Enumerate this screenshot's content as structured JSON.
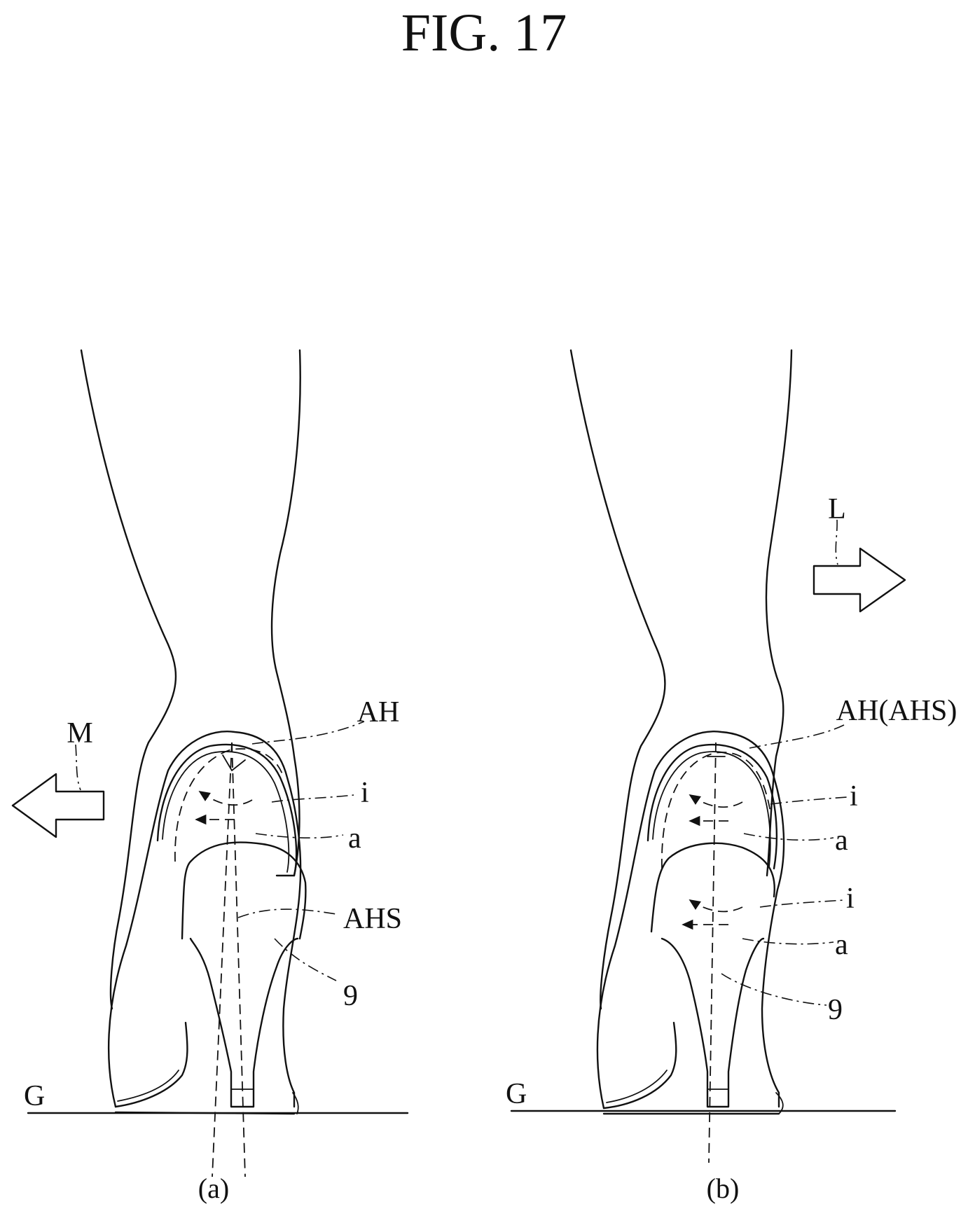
{
  "figure": {
    "title": "FIG. 17"
  },
  "panel_a": {
    "caption": "(a)",
    "ground_label": "G",
    "arrow_label": "M",
    "labels": {
      "ah": "AH",
      "i": "i",
      "a": "a",
      "ahs": "AHS",
      "heel": "9"
    }
  },
  "panel_b": {
    "caption": "(b)",
    "ground_label": "G",
    "arrow_label": "L",
    "labels": {
      "ah": "AH(AHS)",
      "i1": "i",
      "a1": "a",
      "i2": "i",
      "a2": "a",
      "heel": "9"
    }
  },
  "icons": {
    "arrow_m": "left-block-arrow-icon",
    "arrow_l": "right-block-arrow-icon"
  }
}
